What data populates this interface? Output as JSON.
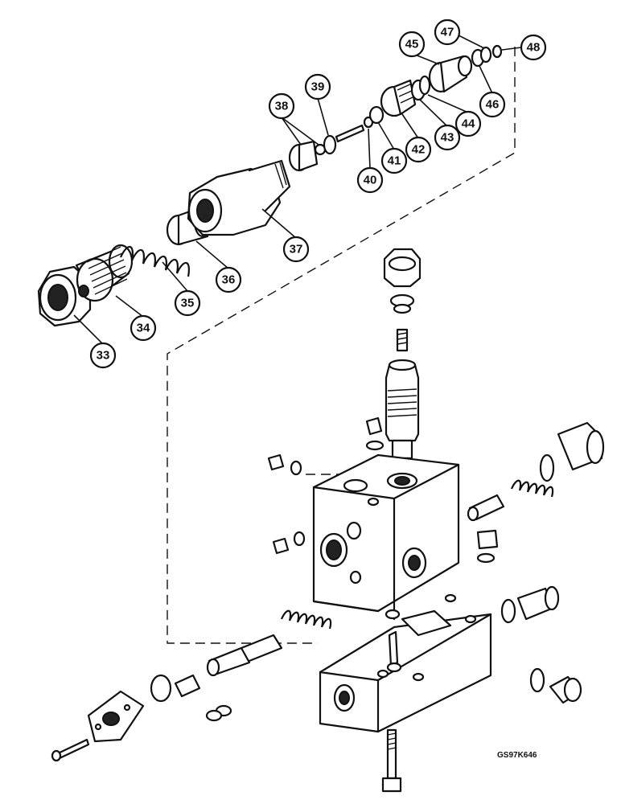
{
  "figure_ref": "GS97K646",
  "callouts": [
    "33",
    "34",
    "35",
    "36",
    "37",
    "38",
    "39",
    "40",
    "41",
    "42",
    "43",
    "44",
    "45",
    "46",
    "47",
    "48"
  ]
}
